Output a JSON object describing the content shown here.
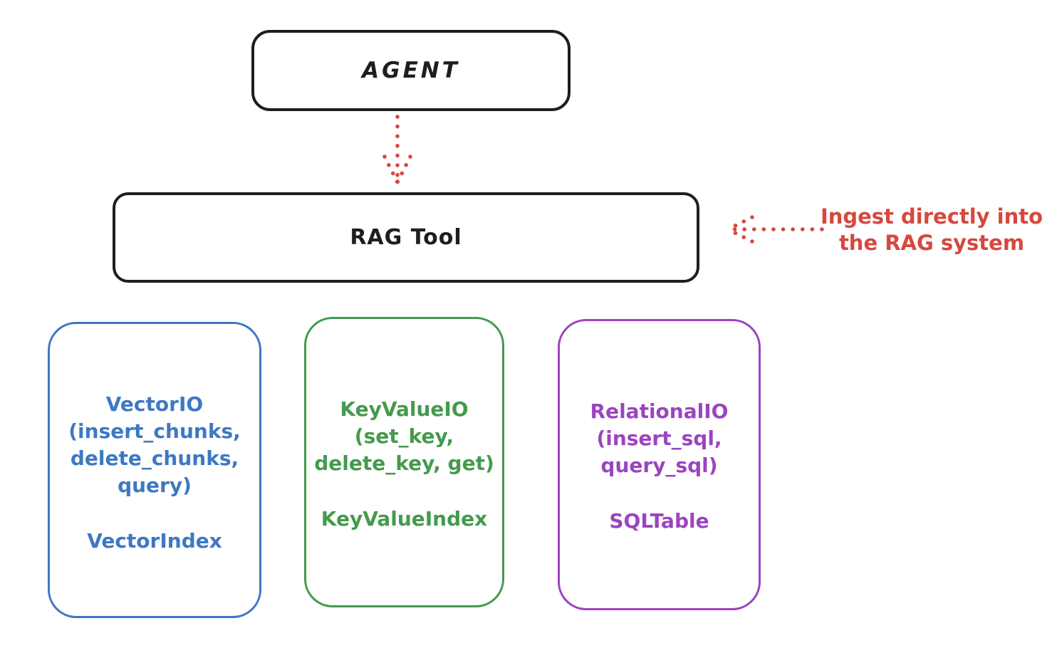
{
  "diagram": {
    "agent_label": "AGENT",
    "rag_tool_label": "RAG Tool",
    "annotation": {
      "line1": "Ingest directly into",
      "line2": "the RAG system"
    },
    "columns": [
      {
        "name": "vector-io",
        "color": "#3d79c2",
        "lines": [
          "VectorIO",
          "(insert_chunks,",
          "delete_chunks,",
          "query)"
        ],
        "index_label": "VectorIndex"
      },
      {
        "name": "keyvalue-io",
        "color": "#449a4d",
        "lines": [
          "KeyValueIO",
          "(set_key,",
          "delete_key, get)"
        ],
        "index_label": "KeyValueIndex"
      },
      {
        "name": "relational-io",
        "color": "#9b44c0",
        "lines": [
          "RelationalIO",
          "(insert_sql,",
          "query_sql)"
        ],
        "index_label": "SQLTable"
      }
    ],
    "colors": {
      "stroke_black": "#1e1e1e",
      "red": "#d6483e",
      "blue": "#3d79c2",
      "green": "#449a4d",
      "purple": "#9b44c0"
    }
  }
}
